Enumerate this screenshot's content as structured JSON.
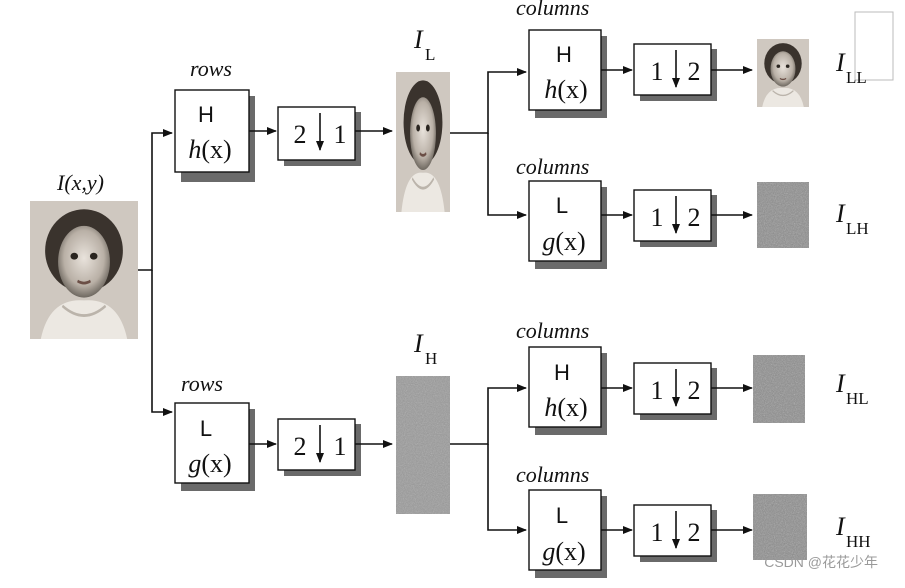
{
  "source_label": "I(x,y)",
  "row_label": "rows",
  "column_label": "columns",
  "filter_high": {
    "letter": "H",
    "func_name": "h",
    "arg": "(x)"
  },
  "filter_low": {
    "letter": "L",
    "func_name": "g",
    "arg": "(x)"
  },
  "row_downsample": {
    "left": "2",
    "right": "1"
  },
  "col_downsample": {
    "left": "1",
    "right": "2"
  },
  "intermediate": [
    {
      "base": "I",
      "sub": "L"
    },
    {
      "base": "I",
      "sub": "H"
    }
  ],
  "outputs": [
    {
      "base": "I",
      "sub": "LL"
    },
    {
      "base": "I",
      "sub": "LH"
    },
    {
      "base": "I",
      "sub": "HL"
    },
    {
      "base": "I",
      "sub": "HH"
    }
  ],
  "watermark": "CSDN @花花少年",
  "colors": {
    "line": "#111111",
    "shadow": "#6a6a6a",
    "noise": "#8c8c8c"
  }
}
